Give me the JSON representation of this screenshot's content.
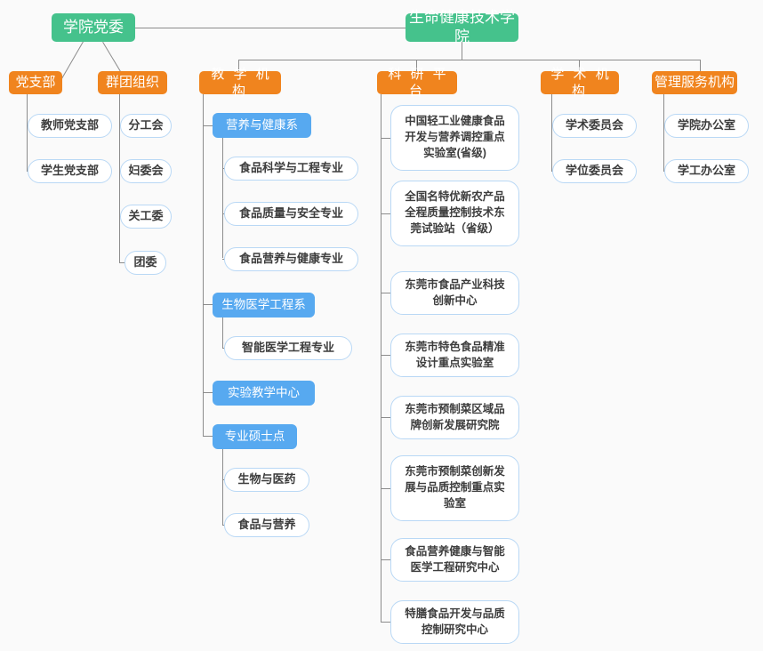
{
  "diagram": {
    "title_root_left": "学院党委",
    "title_root_right": "生命健康技术学院",
    "background": "#fafafa",
    "colors": {
      "root_green": "#45c28c",
      "level1_orange": "#f0841e",
      "level2_blue": "#57a9f0",
      "leaf_border": "#b9d8f5",
      "leaf_text": "#3d3d3d",
      "connector": "#8c8c8c"
    }
  },
  "nodes": {
    "college": "生命健康技术学院",
    "party_committee": "学院党委",
    "party_branch": "党支部",
    "party_branch_children": [
      "教师党支部",
      "学生党支部"
    ],
    "mass_org": "群团组织",
    "mass_org_children": [
      "分工会",
      "妇委会",
      "关工委",
      "团委"
    ],
    "teaching_org": "教 学 机 构",
    "dept_nutrition": "营养与健康系",
    "dept_nutrition_children": [
      "食品科学与工程专业",
      "食品质量与安全专业",
      "食品营养与健康专业"
    ],
    "dept_biomed": "生物医学工程系",
    "dept_biomed_children": [
      "智能医学工程专业"
    ],
    "lab_teaching_center": "实验教学中心",
    "master_program": "专业硕士点",
    "master_program_children": [
      "生物与医药",
      "食品与营养"
    ],
    "research_platform": "科 研 平 台",
    "research_platform_children": [
      "中国轻工业健康食品\n开发与营养调控重点\n实验室(省级)",
      "全国名特优新农产品\n全程质量控制技术东\n莞试验站（省级）",
      "东莞市食品产业科技\n创新中心",
      "东莞市特色食品精准\n设计重点实验室",
      "东莞市预制菜区域品\n牌创新发展研究院",
      "东莞市预制菜创新发\n展与品质控制重点实\n验室",
      "食品营养健康与智能\n医学工程研究中心",
      "特膳食品开发与品质\n控制研究中心"
    ],
    "academic_org": "学 术 机 构",
    "academic_org_children": [
      "学术委员会",
      "学位委员会"
    ],
    "admin_org": "管理服务机构",
    "admin_org_children": [
      "学院办公室",
      "学工办公室"
    ]
  }
}
